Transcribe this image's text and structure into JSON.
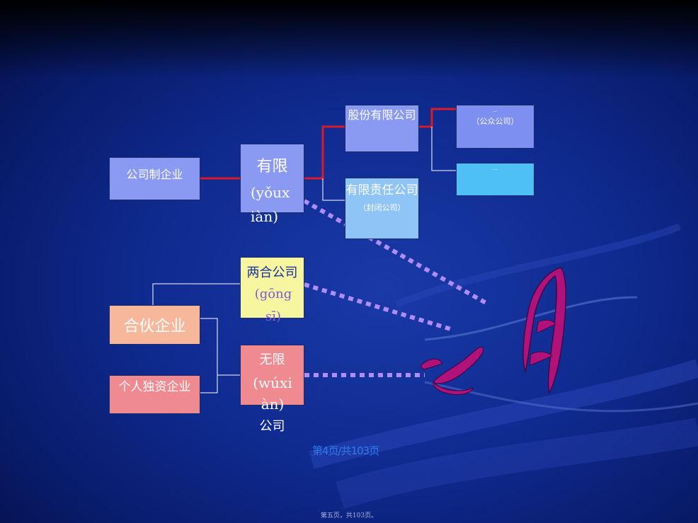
{
  "nodes": {
    "company_system": "公司制企业",
    "limited_cn": "有限",
    "limited_pinyin": "(yǒuxiàn)",
    "stock_company": "股份有限公司",
    "llc": "有限责任公司",
    "llc_note": "（封闭公司）",
    "public_dots": "..",
    "public_note": "（公众公司）",
    "cyan_dots": "...",
    "general_cn": "两合公司",
    "general_pinyin": "(gōngsī)",
    "partnership": "合伙企业",
    "unlimited_cn": "无限",
    "unlimited_pinyin": "(wúxiàn)",
    "unlimited_suffix": "公司",
    "sole_proprietorship": "个人独资企业"
  },
  "page_number": "第4页/共103页",
  "footer": "第五页，共103页。",
  "colors": {
    "background": "#0f2a8f",
    "red_line": "#d81a2a",
    "white_line": "#ffffff",
    "dotted_line": "#b08cff",
    "swirl": "#b0127a"
  }
}
